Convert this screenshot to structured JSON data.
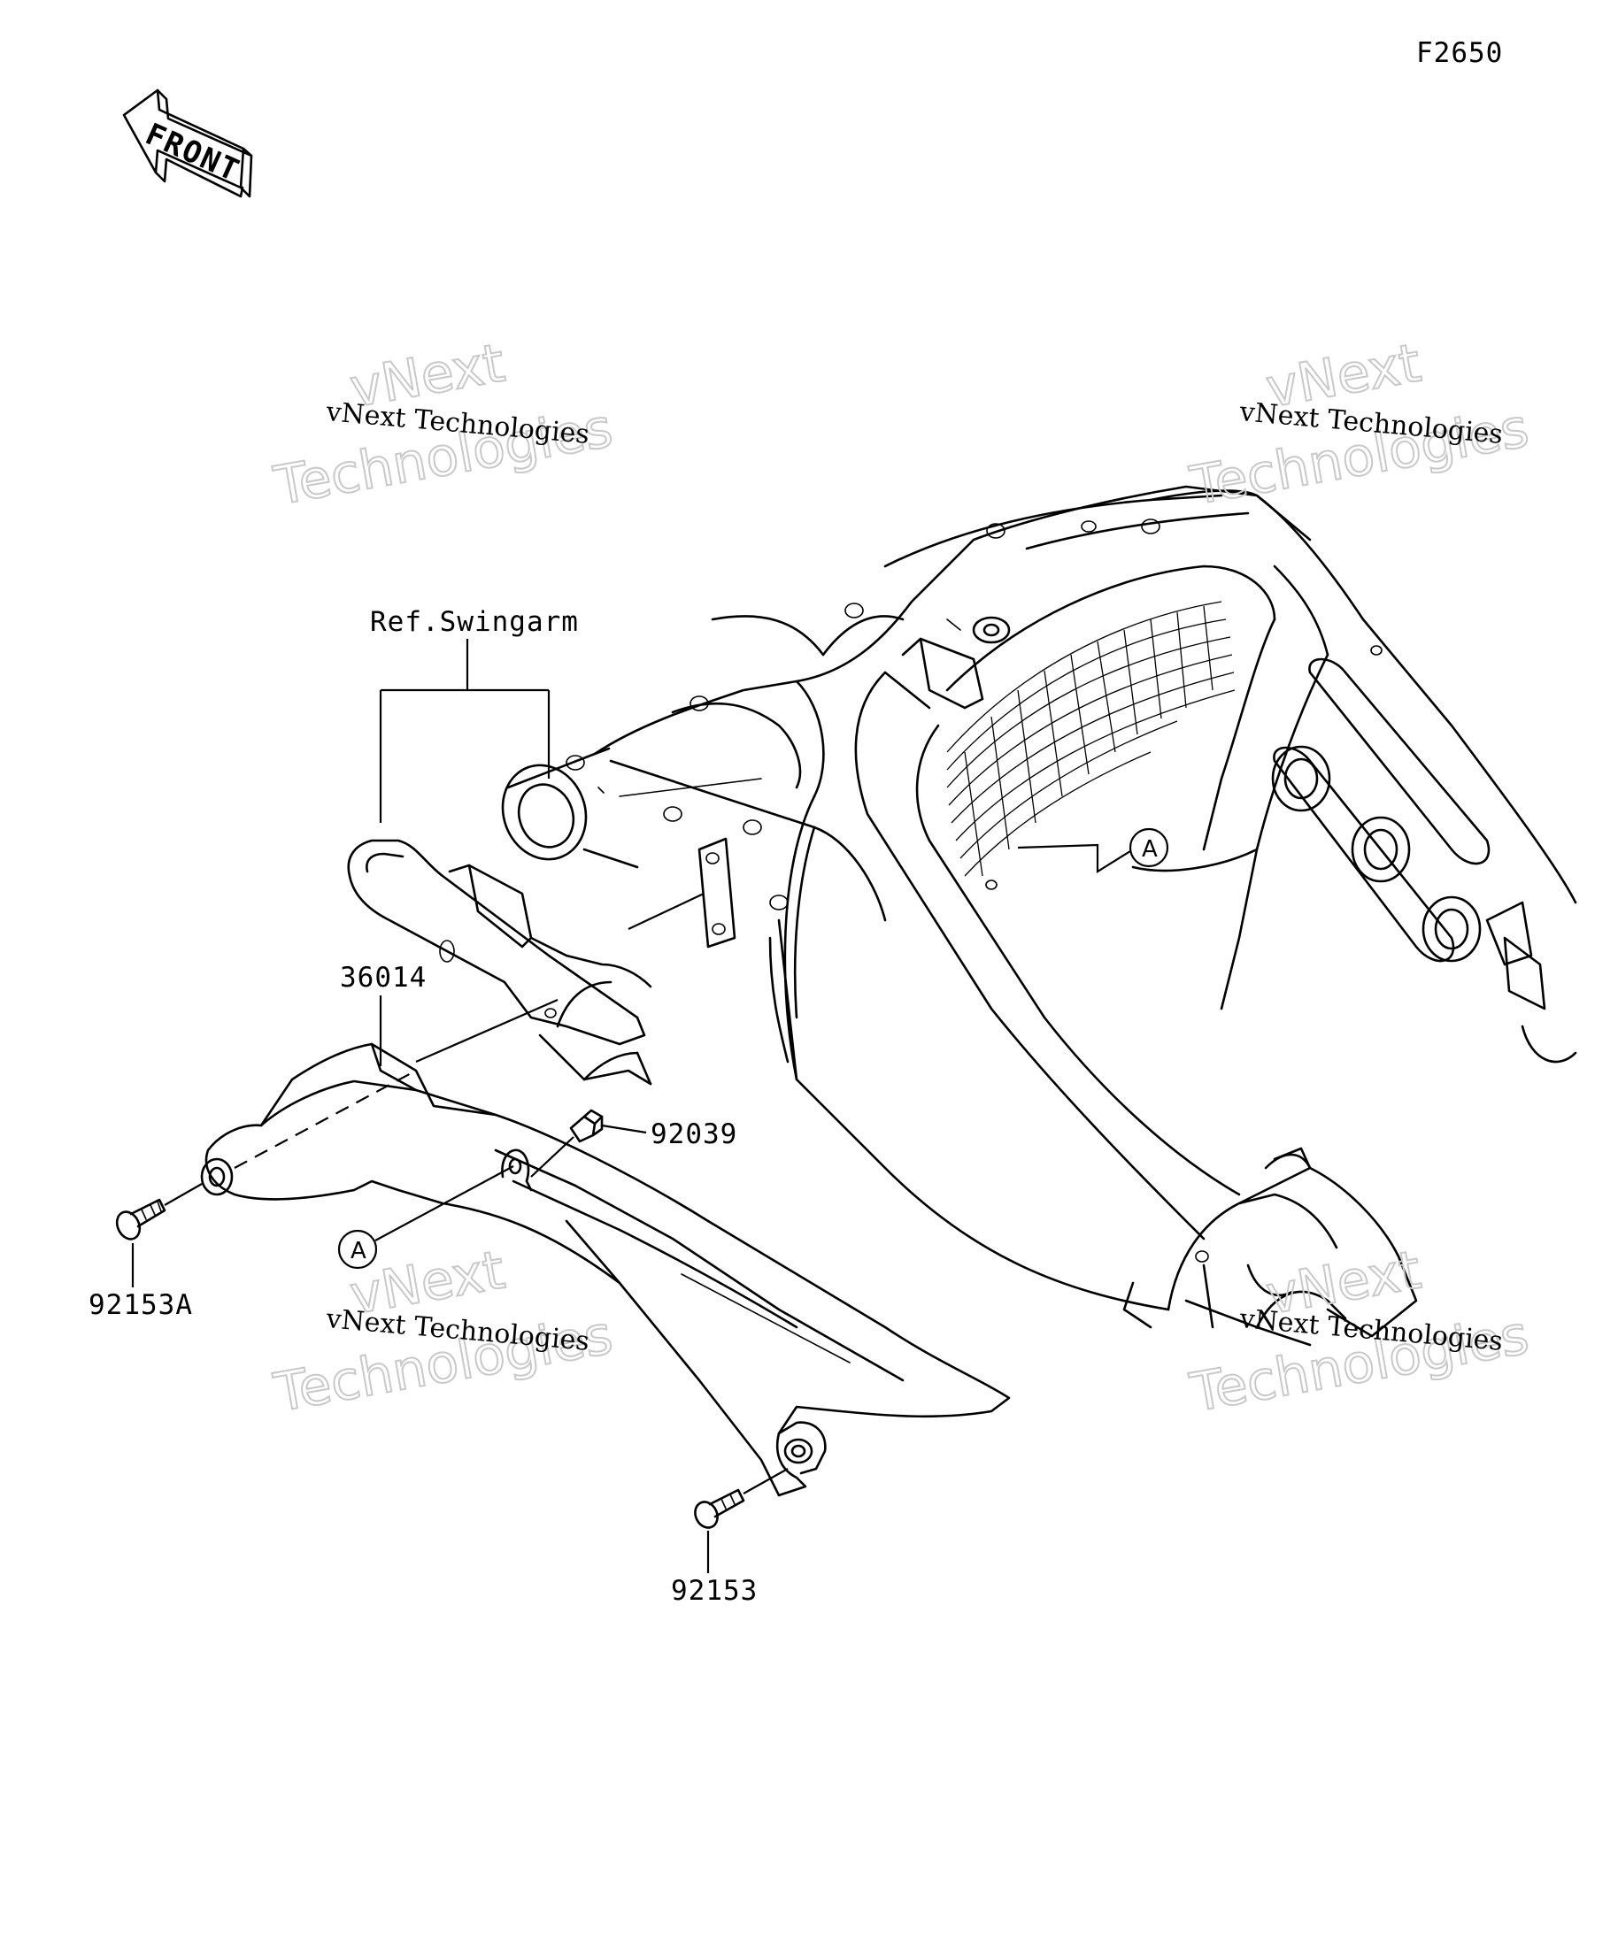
{
  "figure_code": "F2650",
  "direction_arrow": {
    "label": "FRONT",
    "icon": "front-direction-arrow-icon"
  },
  "reference_label": "Ref.Swingarm",
  "callouts": {
    "chain_cover": "36014",
    "collar_bolt": "92039",
    "bolt_front": "92153A",
    "bolt_rear": "92153",
    "connector_a1": "A",
    "connector_a2": "A"
  },
  "watermarks": {
    "line1": "vNext Technologies",
    "line2_a": "vNext",
    "line2_b": "Technologies"
  },
  "colors": {
    "line": "#000000",
    "background": "#ffffff",
    "watermark": "#c9c9c9"
  }
}
